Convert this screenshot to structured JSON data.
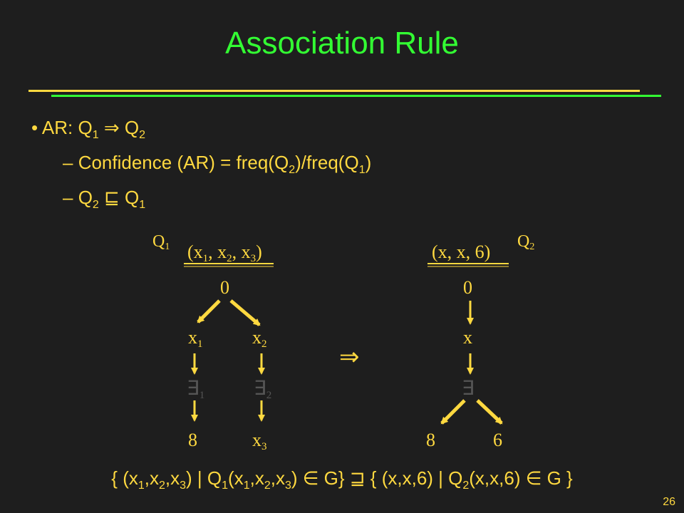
{
  "slide": {
    "title": "Association Rule",
    "page_number": "26",
    "colors": {
      "background": "#1e1e1e",
      "title": "#33ff33",
      "text": "#ffd940",
      "accent_rule": "#33ff33"
    }
  },
  "bullets": {
    "line1": {
      "prefix": "AR: Q",
      "s1": "1",
      "op": " ⇒ Q",
      "s2": "2"
    },
    "line2": {
      "prefix": "Confidence (AR) = freq(Q",
      "s1": "2",
      "mid": ")/freq(Q",
      "s2": "1",
      "suffix": ")"
    },
    "line3": {
      "prefix": "Q",
      "s1": "2",
      "op": " ⊑ Q",
      "s2": "1"
    }
  },
  "diagram": {
    "left": {
      "label": "Q",
      "label_sub": "1",
      "head": [
        "(x",
        "1",
        ", x",
        "2",
        ", x",
        "3",
        ")"
      ],
      "root": "0",
      "child_left": "x",
      "child_left_sub": "1",
      "child_right": "x",
      "child_right_sub": "2",
      "exists_left_sub": "1",
      "exists_right_sub": "2",
      "leaf_left": "8",
      "leaf_right": "x",
      "leaf_right_sub": "3"
    },
    "implies": "⇒",
    "right": {
      "label": "Q",
      "label_sub": "2",
      "head": "(x, x, 6)",
      "root": "0",
      "child": "x",
      "leaf_left": "8",
      "leaf_right": "6"
    }
  },
  "formula": {
    "p1": "{ (x",
    "s1": "1",
    "p2": ",x",
    "s2": "2",
    "p3": ",x",
    "s3": "3",
    "p4": ") | Q",
    "s4": "1",
    "p5": "(x",
    "s5": "1",
    "p6": ",x",
    "s6": "2",
    "p7": ",x",
    "s7": "3",
    "p8": ")  ∈ G}  ⊒  { (x,x,6) | Q",
    "s8": "2",
    "p9": "(x,x,6)  ∈ G }"
  }
}
